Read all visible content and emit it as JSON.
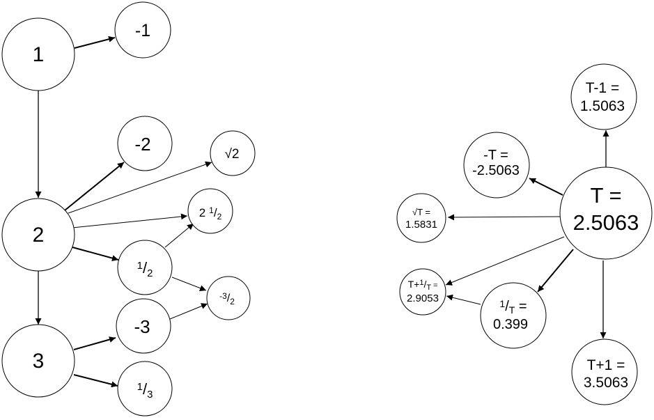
{
  "left_graph": {
    "n1": "1",
    "n2": "2",
    "n3": "3",
    "neg1": "-1",
    "neg2": "-2",
    "neg3": "-3",
    "sqrt2": "2",
    "sqrt_sign": "√",
    "two_half_whole": "2",
    "two_half_num": "1",
    "two_half_slash": "/",
    "two_half_den": "2",
    "half_num": "1",
    "half_slash": "/",
    "half_den": "2",
    "third_num": "1",
    "third_slash": "/",
    "third_den": "3",
    "neg_three_half_num": "-3",
    "neg_three_half_slash": "/",
    "neg_three_half_den": "2"
  },
  "right_graph": {
    "t_line1": "T =",
    "t_line2": "2.5063",
    "tminus1_line1": "T-1 =",
    "tminus1_line2": "1.5063",
    "tplus1_line1": "T+1 =",
    "tplus1_line2": "3.5063",
    "negt_line1": "-T =",
    "negt_line2": "-2.5063",
    "sqrtt_sign": "√",
    "sqrtt_var": "T =",
    "sqrtt_value": "1.5831",
    "inv_num": "1",
    "inv_slash": "/",
    "inv_den": "T",
    "inv_eq": " =",
    "inv_value": "0.399",
    "tpinv_prefix": "T+",
    "tpinv_num": "1",
    "tpinv_slash": "/",
    "tpinv_den": "T",
    "tpinv_eq": " =",
    "tpinv_value": "2.9053"
  }
}
